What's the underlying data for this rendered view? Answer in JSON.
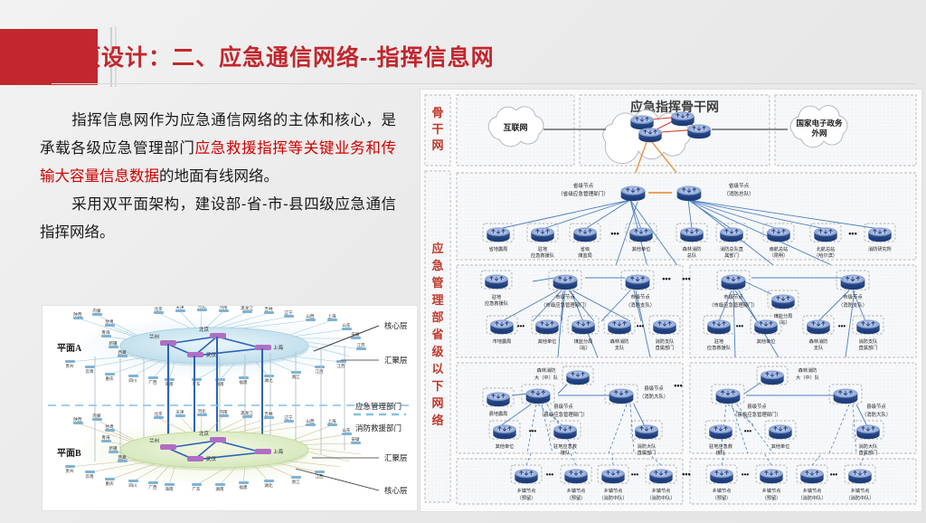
{
  "header": {
    "title": "分项设计：二、应急通信网络--指挥信息网",
    "accent_color": "#c1272d"
  },
  "body": {
    "paragraph1_a": "指挥信息网作为应急通信网络的主体和核心，是承载各级应急管理部门",
    "paragraph1_hl": "应急救援指挥等关键业务和传输大容量信息数据",
    "paragraph1_b": "的地面有线网络。",
    "paragraph2": "采用双平面架构，建设部-省-市-县四级应急通信指挥网络。"
  },
  "picture": {
    "caption_plane_a": "平面A",
    "caption_plane_b": "平面B",
    "annotations": [
      "核心层",
      "汇聚层",
      "应急管理部门",
      "消防救援部门",
      "汇聚层",
      "核心层"
    ],
    "core_nodes": [
      "兰州",
      "北京",
      "上海",
      "武汉"
    ],
    "provinces_top": [
      "陕西",
      "内蒙",
      "北京",
      "天津",
      "河北",
      "河南",
      "黑龙江",
      "吉林",
      "辽宁",
      "山西",
      "上海",
      "山东",
      "安徽"
    ],
    "provinces_left": [
      "甘肃",
      "宁夏",
      "新疆",
      "青海",
      "宁夏",
      "西藏"
    ],
    "provinces_bottom": [
      "贵州",
      "云南",
      "重庆",
      "四川",
      "广西",
      "海南",
      "广东",
      "湖南",
      "福建",
      "湖北",
      "浙江",
      "江西",
      "江苏"
    ]
  },
  "diagram": {
    "side_labels": {
      "backbone": "骨干网",
      "subprovincial": "应急管理部省级以下网络"
    },
    "backbone": {
      "title": "应急指挥骨干网",
      "left_cloud": "互联网",
      "right_cloud": "国家电子政务外网"
    },
    "province_layer": {
      "node_left_line1": "省级节点",
      "node_left_line2": "（省级应急管理部门）",
      "node_right_line1": "省级节点",
      "node_right_line2": "（消防总队）",
      "left_children": [
        "省地震局",
        "驻地\n应急救援队",
        "省级\n煤监局",
        "其他单位"
      ],
      "right_children": [
        "森林消防\n总队",
        "消防总队直\n属部门",
        "南航总站\n（昆明）",
        "北航总站\n（哈尔滨）",
        "消防研究所"
      ]
    },
    "city_layer": {
      "left_group": {
        "node_a_line1": "市级节点",
        "node_a_line2": "（市级应急管理部门）",
        "node_b_line1": "市级节点",
        "node_b_line2": "（消防支队）",
        "satellite": "驻地\n应急救援队",
        "children": [
          "市地震局",
          "其他单位",
          "煤监分局\n（站）",
          "森林消防\n支队",
          "消防支队\n直属部门"
        ]
      },
      "right_group": {
        "node_a_line1": "市级节点",
        "node_a_line2": "（市级应急管理部门）",
        "node_b_line1": "市级节点",
        "node_b_line2": "（消防支队）",
        "satellite": "煤监分局\n（站）",
        "children": [
          "驻地\n应急救援队",
          "其他单位",
          "森林消防\n支队",
          "消防支队\n直属部门"
        ]
      }
    },
    "county_layer": {
      "left_group": {
        "node_a_line1": "县级节点",
        "node_a_line2": "（县级应急管理部门）",
        "node_b_line1": "县级节点",
        "node_b_line2": "（消防大队）",
        "satellite": "森林消防\n大（中）队",
        "children": [
          "县地震局",
          "其他单位",
          "驻地应急救\n援队",
          "消防大队\n直属部门"
        ]
      },
      "right_group": {
        "node_a_line1": "县级节点",
        "node_a_line2": "（县级应急管理部门）",
        "node_b_line1": "县级节点",
        "node_b_line2": "（消防大队）",
        "satellite": "森林消防\n大（中）队",
        "children": [
          "驻地应急救\n援队",
          "其他单位",
          "消防大队\n直属部门"
        ]
      }
    },
    "township_layer": {
      "left_nodes": [
        "乡镇节点\n（预留）",
        "乡镇节点\n（预留）",
        "乡镇节点\n（消防中队）",
        "乡镇节点\n（消防中队）"
      ],
      "right_nodes": [
        "乡镇节点\n（预留）",
        "乡镇节点\n（预留）",
        "乡镇节点\n（消防中队）",
        "乡镇节点\n（消防中队）"
      ]
    },
    "colors": {
      "router_body": "#2b4a8b",
      "router_top": "#8fa8d4",
      "link_blue": "#4a7fc1",
      "link_red": "#d93b24",
      "link_orange": "#e8862a",
      "label_red": "#c0392b"
    }
  }
}
